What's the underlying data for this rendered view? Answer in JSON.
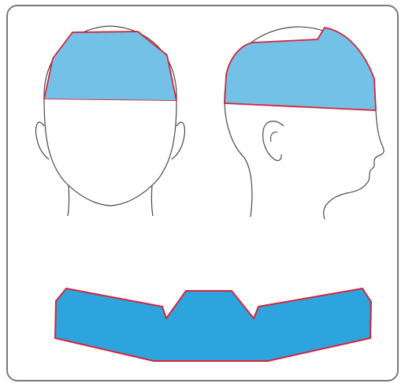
{
  "figure": {
    "views": [
      "front-view",
      "side-view",
      "flat-pattern"
    ],
    "colors": {
      "frame_border": "#7a7a7a",
      "head_outline": "#4a4a4a",
      "cap_fill_light": "#74c1e7",
      "cap_fill_dark": "#2ea4df",
      "cap_outline": "#d6233a"
    },
    "icons": [
      "head-front-icon",
      "head-profile-icon",
      "cap-pattern-icon"
    ]
  }
}
